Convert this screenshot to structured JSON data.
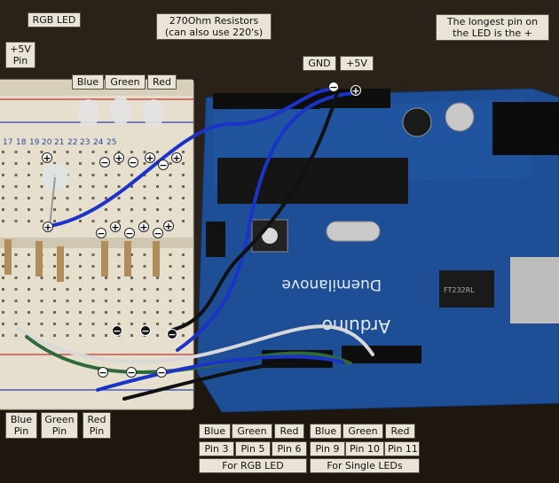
{
  "labels": {
    "rgb_led": "RGB LED",
    "plus5v_pin": [
      "+5V",
      "Pin"
    ],
    "resistors": [
      "270Ohm Resistors",
      "(can also use 220's)"
    ],
    "longest_pin": [
      "The longest pin on",
      "the LED is the +"
    ],
    "gnd": "GND",
    "plus5v": "+5V",
    "led_blue": "Blue",
    "led_green": "Green",
    "led_red": "Red",
    "blue_pin": [
      "Blue",
      "Pin"
    ],
    "green_pin": [
      "Green",
      "Pin"
    ],
    "red_pin": [
      "Red",
      "Pin"
    ],
    "rgb_colors": [
      "Blue",
      "Green",
      "Red"
    ],
    "rgb_pins": [
      "Pin 3",
      "Pin 5",
      "Pin 6"
    ],
    "for_rgb_led": "For RGB LED",
    "single_colors": [
      "Blue",
      "Green",
      "Red"
    ],
    "single_pins": [
      "Pin 9",
      "Pin 10",
      "Pin 11"
    ],
    "for_single_leds": "For Single LEDs"
  },
  "board_print": {
    "brand": "Arduino",
    "model": "Duemilanove",
    "chip": "FT232RL"
  },
  "breadboard_numbers": [
    "17",
    "18",
    "19",
    "20",
    "21",
    "22",
    "23",
    "24",
    "25"
  ],
  "polarity": {
    "plus": "+",
    "minus": "−"
  },
  "colors": {
    "board_blue": "#1d4e96",
    "breadboard": "#e6dfcd",
    "label_bg": "#e9e4d6",
    "wire_blue": "#1a33c8",
    "wire_green": "#2f6a3a",
    "wire_white": "#d8d8d8"
  }
}
